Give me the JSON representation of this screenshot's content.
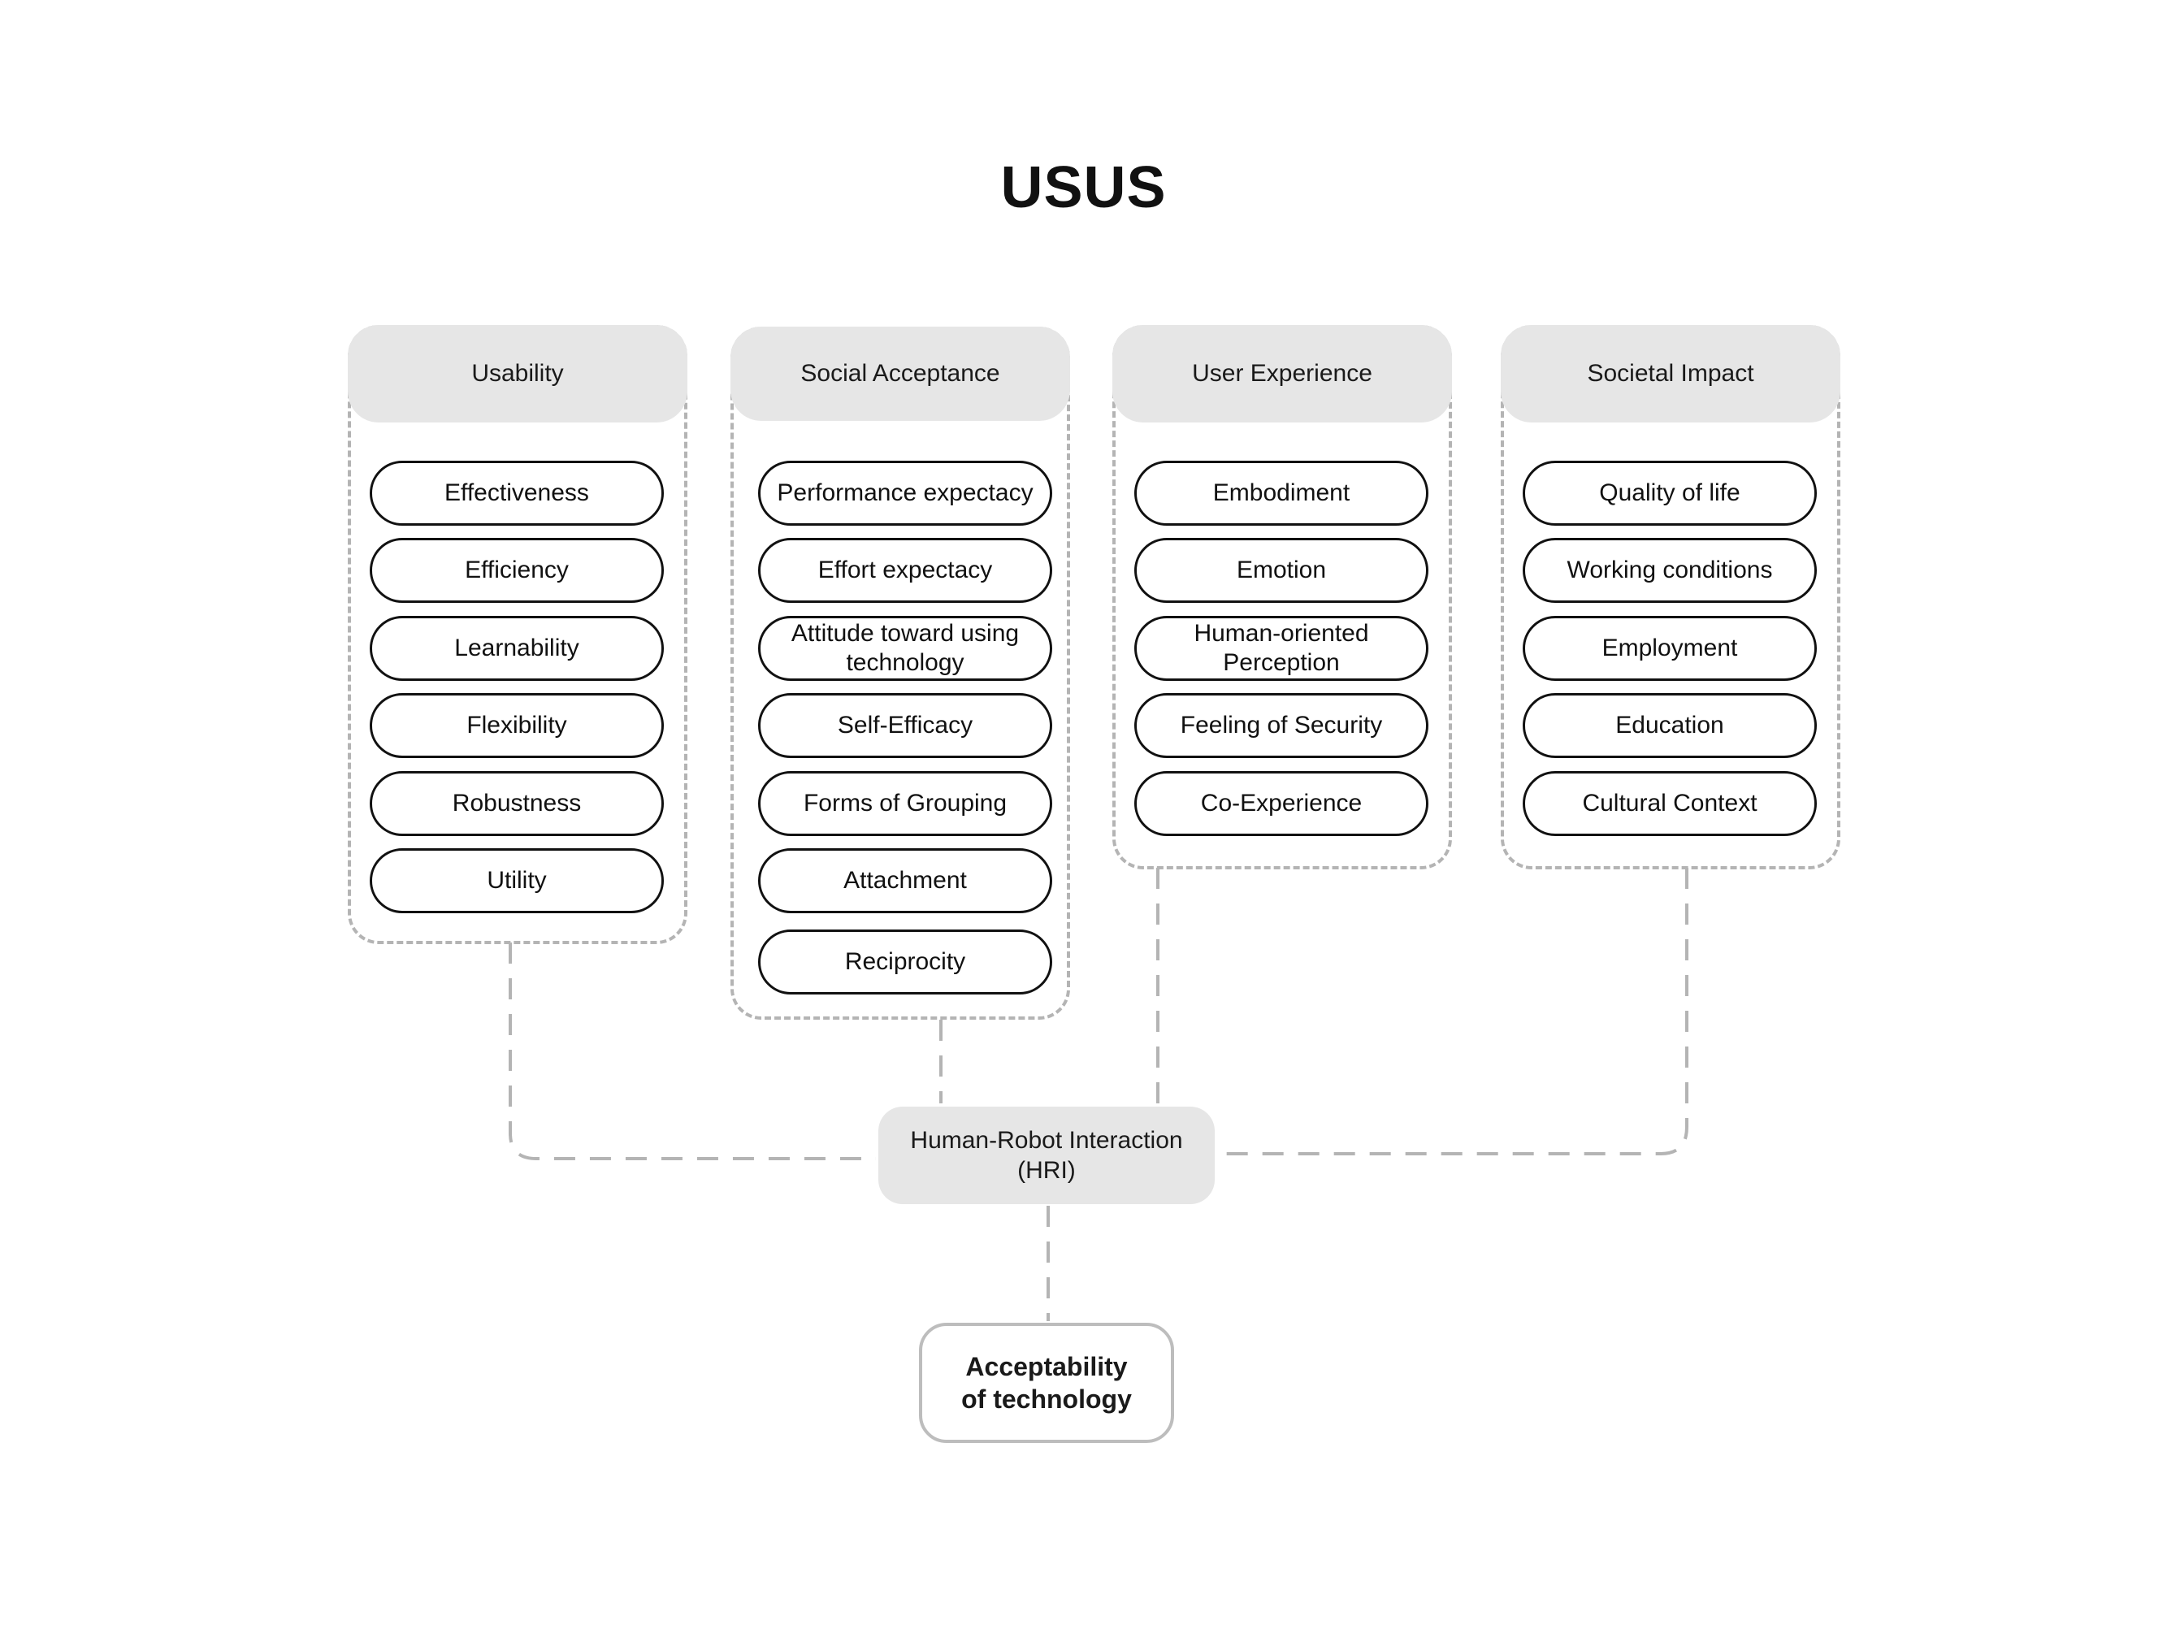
{
  "title": "USUS",
  "groups": [
    {
      "header": "Usability",
      "items": [
        "Effectiveness",
        "Efficiency",
        "Learnability",
        "Flexibility",
        "Robustness",
        "Utility"
      ]
    },
    {
      "header": "Social Acceptance",
      "items": [
        "Performance expectacy",
        "Effort expectacy",
        "Attitude toward using technology",
        "Self-Efficacy",
        "Forms of Grouping",
        "Attachment",
        "Reciprocity"
      ]
    },
    {
      "header": "User Experience",
      "items": [
        "Embodiment",
        "Emotion",
        "Human-oriented Perception",
        "Feeling of Security",
        "Co-Experience"
      ]
    },
    {
      "header": "Societal Impact",
      "items": [
        "Quality of life",
        "Working conditions",
        "Employment",
        "Education",
        "Cultural Context"
      ]
    }
  ],
  "hub": {
    "line1": "Human-Robot Interaction",
    "line2": "(HRI)"
  },
  "result": {
    "line1": "Acceptability",
    "line2": "of technology"
  },
  "colors": {
    "header_fill": "#e6e6e6",
    "dash_stroke": "#b4b4b4",
    "pill_stroke": "#111111",
    "result_stroke": "#bdbdbd"
  }
}
